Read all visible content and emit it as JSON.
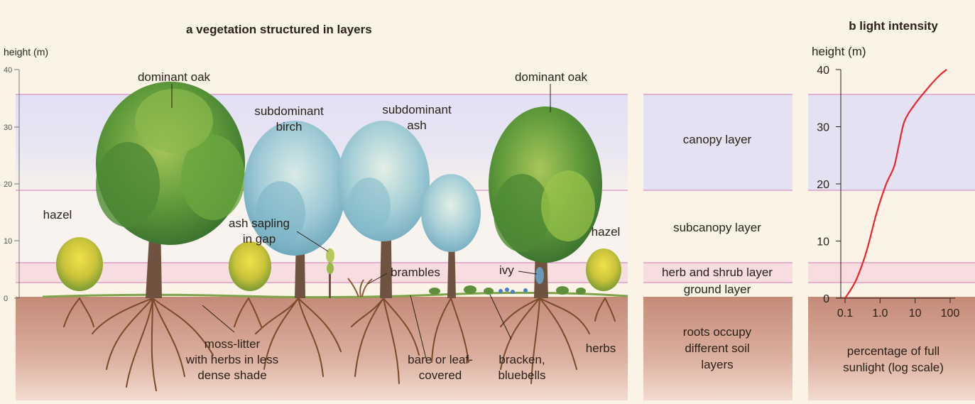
{
  "panel_a": {
    "title": "a  vegetation structured in layers",
    "axis_label": "height (m)",
    "ticks": [
      "0",
      "10",
      "20",
      "30",
      "40"
    ],
    "labels": {
      "dominant_oak_left": "dominant oak",
      "dominant_oak_right": "dominant oak",
      "subdominant_birch_1": "subdominant",
      "subdominant_birch_2": "birch",
      "subdominant_ash_1": "subdominant",
      "subdominant_ash_2": "ash",
      "hazel_left": "hazel",
      "hazel_right": "hazel",
      "ash_sapling_1": "ash sapling",
      "ash_sapling_2": "in gap",
      "brambles": "brambles",
      "ivy": "ivy",
      "moss_1": "moss-litter",
      "moss_2": "with herbs in less",
      "moss_3": "dense shade",
      "bare_1": "bare or leaf-",
      "bare_2": "covered",
      "bracken_1": "bracken,",
      "bracken_2": "bluebells",
      "herbs": "herbs"
    }
  },
  "layers": {
    "canopy": "canopy layer",
    "subcanopy": "subcanopy layer",
    "herb_shrub": "herb and shrub layer",
    "ground": "ground layer",
    "roots_1": "roots occupy",
    "roots_2": "different soil",
    "roots_3": "layers"
  },
  "panel_b": {
    "title": "b  light intensity",
    "ylabel": "height (m)",
    "y_ticks": [
      "0",
      "10",
      "20",
      "30",
      "40"
    ],
    "x_ticks": [
      "0.1",
      "1.0",
      "10",
      "100"
    ],
    "xlabel_1": "percentage of full",
    "xlabel_2": "sunlight (log scale)"
  },
  "chart_data": {
    "type": "line",
    "title": "light intensity",
    "xlabel": "percentage of full sunlight (log scale)",
    "ylabel": "height (m)",
    "x_scale": "log",
    "xlim": [
      0.1,
      100
    ],
    "ylim": [
      0,
      40
    ],
    "x": [
      0.1,
      0.2,
      0.4,
      0.8,
      1.5,
      2.5,
      3.5,
      5,
      10,
      25,
      50,
      80
    ],
    "y": [
      0,
      3,
      8,
      15,
      20,
      23,
      27,
      31,
      34,
      37,
      39,
      40
    ],
    "line_color": "#e8262e"
  },
  "colors": {
    "canopy_band": "#e4e1f3",
    "herb_band": "#f8dde0",
    "soil": "#c99682",
    "paper": "#fbf4e6",
    "layer_line": "#d98fc2"
  }
}
